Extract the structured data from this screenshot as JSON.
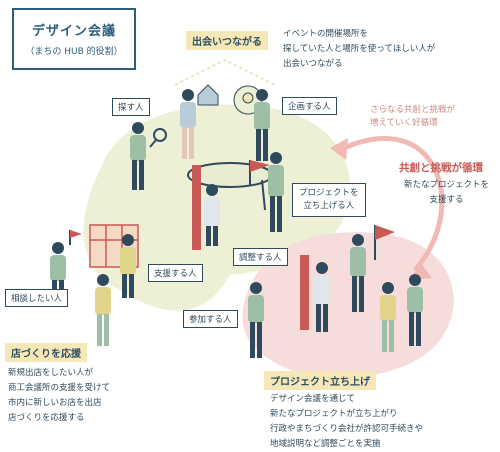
{
  "title": {
    "main": "デザイン会議",
    "sub": "（まちの HUB 的役割）"
  },
  "deai": {
    "heading": "出会いつながる",
    "desc": [
      "イベントの開催場所を",
      "探していた人と場所を使ってほしい人が",
      "出会いつながる"
    ]
  },
  "roles": {
    "sagasu": "探す人",
    "kikaku": "企画する人",
    "project_line1": "プロジェクトを",
    "project_line2": "立ち上げる人",
    "chousei": "調整する人",
    "shien": "支援する人",
    "soudan": "相談したい人",
    "sanka": "参加する人"
  },
  "cycle": {
    "note": [
      "さらなる共創と挑戦が",
      "増えていく好循環"
    ],
    "heading": "共創と挑戦が循環",
    "desc": [
      "新たなプロジェクトを",
      "支援する"
    ]
  },
  "mise": {
    "heading": "店づくりを応援",
    "desc": [
      "新規出店をしたい人が",
      "商工会議所の支援を受けて",
      "市内に新しいお店を出店",
      "店づくりを応援する"
    ]
  },
  "launch": {
    "heading": "プロジェクト立ち上げ",
    "desc": [
      "デザイン会議を通じて",
      "新たなプロジェクトが立ち上がり",
      "行政やまちづくり会社が許認可手続きや",
      "地域説明など調整ごとを実施"
    ]
  },
  "colors": {
    "navy": "#2d5f7a",
    "blob": "#eef0d6",
    "pink_blob": "#f7dcdc",
    "highlight": "#f6e8b6",
    "red_accent": "#c95a56",
    "green": "#9dbfa6"
  }
}
